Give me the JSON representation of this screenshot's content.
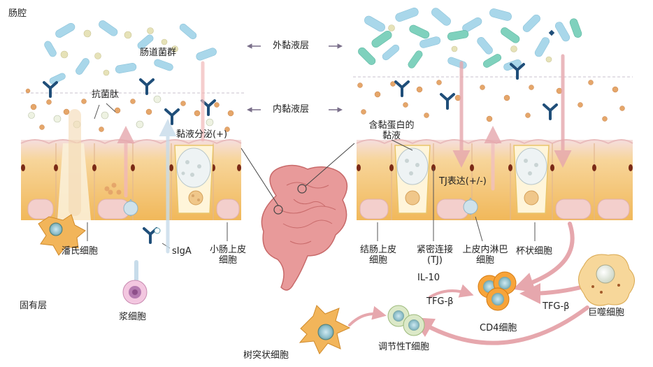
{
  "labels": {
    "lumen": "肠腔",
    "microbiota": "肠道菌群",
    "outer_mucus": "外黏液层",
    "inner_mucus": "内黏液层",
    "amp": "抗菌肽",
    "mucus_secretion": "黏液分泌(+)",
    "mucin_mucus_l1": "含黏蛋白的",
    "mucin_mucus_l2": "黏液",
    "tj_expression": "TJ表达(+/-)",
    "paneth": "潘氏细胞",
    "siga": "sIgA",
    "si_epi_l1": "小肠上皮",
    "si_epi_l2": "细胞",
    "colon_epi_l1": "结肠上皮",
    "colon_epi_l2": "细胞",
    "tight_junction_l1": "紧密连接",
    "tight_junction_l2": "(TJ)",
    "iel_l1": "上皮内淋巴",
    "iel_l2": "细胞",
    "goblet": "杯状细胞",
    "lamina_propria": "固有层",
    "plasma_cell": "浆细胞",
    "il10": "IL-10",
    "tgfb_left": "TFG-β",
    "tgfb_right": "TFG-β",
    "cd4": "CD4细胞",
    "macrophage": "巨噬细胞",
    "treg": "调节性T细胞",
    "dendritic": "树突状细胞"
  },
  "colors": {
    "bacteria_blue": "#a9d7ea",
    "bacteria_green": "#7fd1bd",
    "antibody": "#1f4e79",
    "epithelium": "#f4c56a",
    "epithelium_top": "#f2d0cc",
    "arrow": "#e6a7ad",
    "intestine": "#e89a9a",
    "mucus_granule": "#d7eef5"
  }
}
